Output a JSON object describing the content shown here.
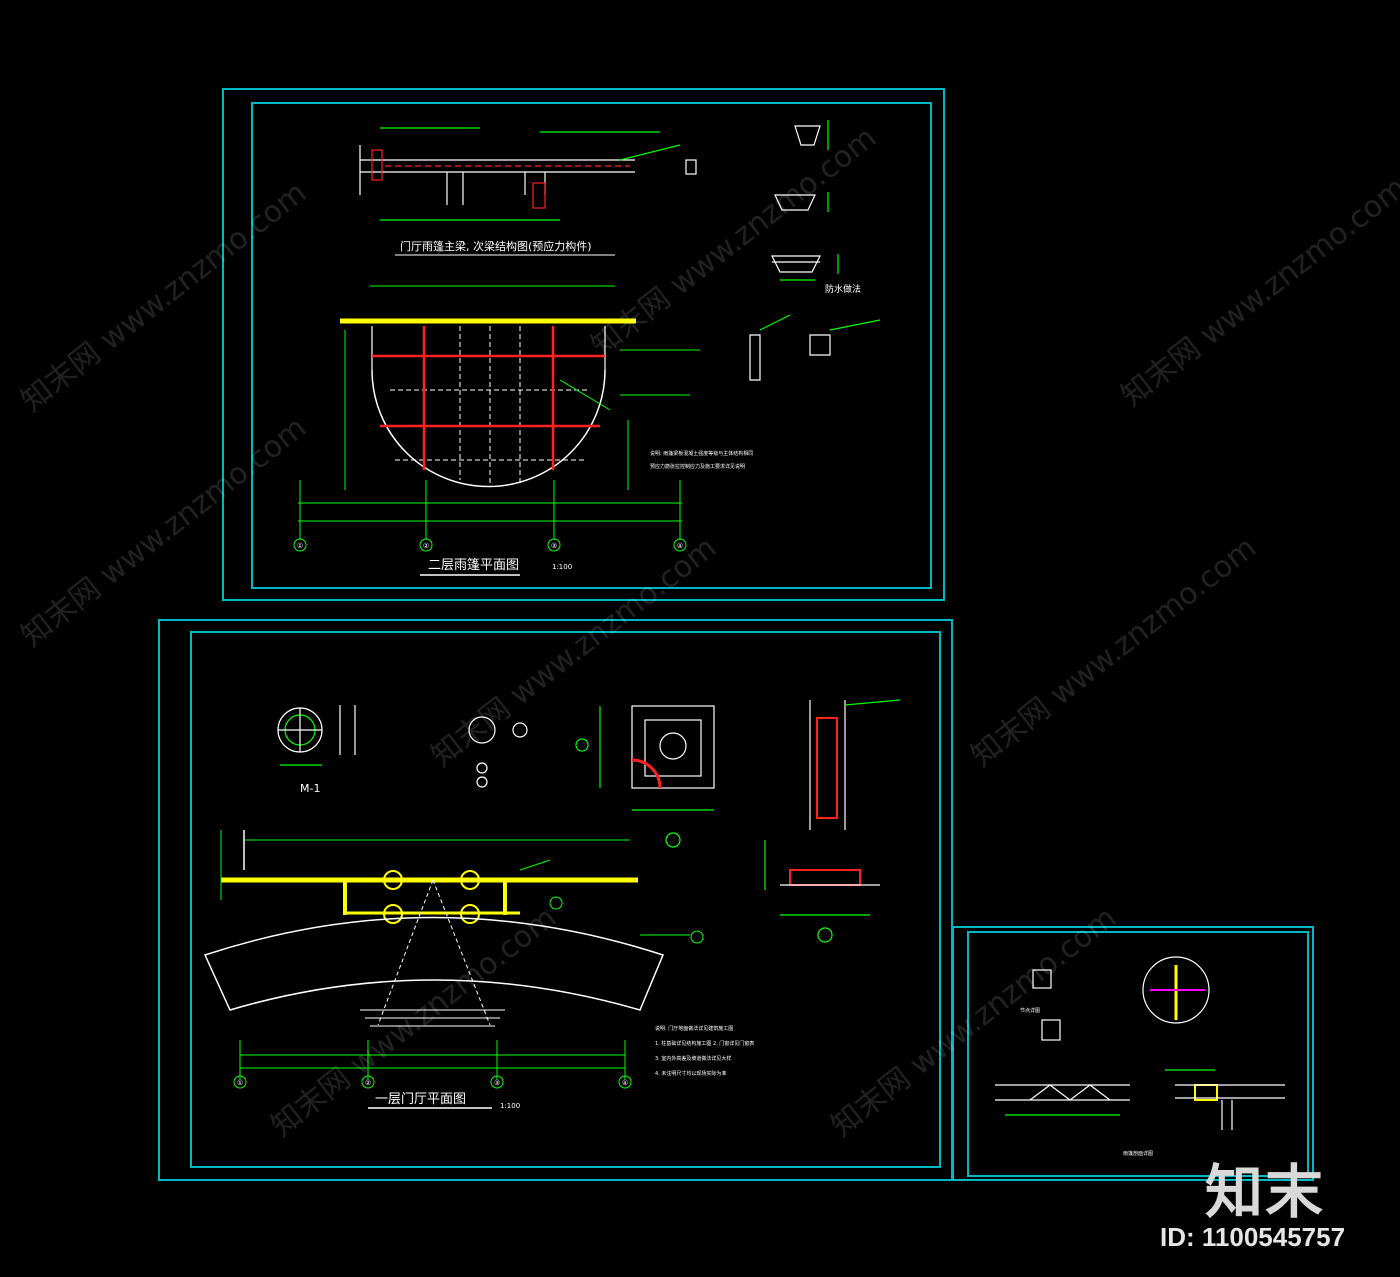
{
  "drawings": {
    "upper_sheet": {
      "detail_caption": "门厅雨篷主梁, 次梁结构图(预应力构件)",
      "plan_title": "二层雨篷平面图",
      "plan_scale": "1:100",
      "grid_axes": [
        "①",
        "②",
        "③",
        "④"
      ],
      "section_note": "防水做法"
    },
    "lower_sheet": {
      "plan_title": "一层门厅平面图",
      "plan_scale": "1:100",
      "column_label": "M-1",
      "grid_axes": [
        "①",
        "②",
        "③",
        "④"
      ]
    },
    "small_sheet": {
      "caption_1": "节点详图",
      "caption_2": "雨篷剖面详图"
    }
  },
  "watermark": {
    "site": "知末网 www.znzmo.com",
    "logo": "知末",
    "id_text": "ID: 1100545757"
  },
  "colors": {
    "frame": "#00b8c4",
    "line": "#ffffff",
    "dim": "#00ff00",
    "beam": "#ff2020",
    "wall": "#ffff00",
    "accent": "#ff00ff"
  }
}
